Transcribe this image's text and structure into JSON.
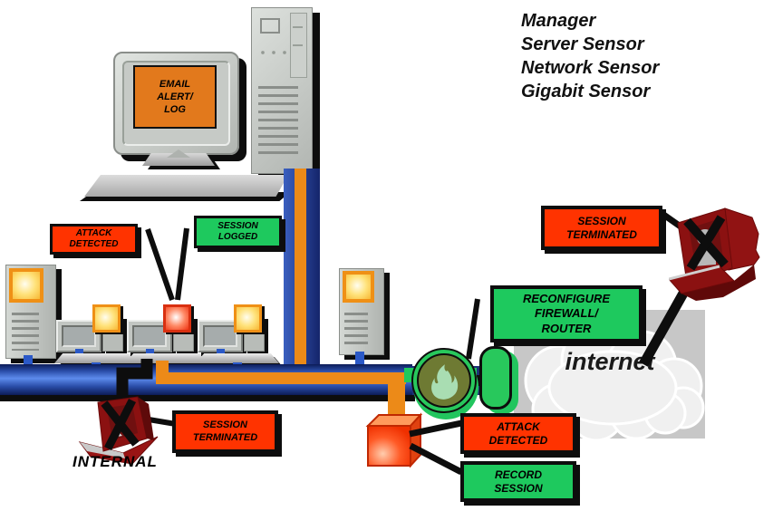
{
  "legend": {
    "lines": [
      "Manager",
      "Server Sensor",
      "Network Sensor",
      "Gigabit Sensor"
    ]
  },
  "manager_station": {
    "screen_text": "EMAIL\nALERT/\nLOG"
  },
  "alerts": {
    "attack_detected_lan": "ATTACK\nDETECTED",
    "session_logged": "SESSION\nLOGGED",
    "session_terminated_internal": "SESSION\nTERMINATED",
    "session_terminated_external": "SESSION\nTERMINATED",
    "reconfigure_firewall": "RECONFIGURE\nFIREWALL/\nROUTER",
    "attack_detected_perimeter": "ATTACK\nDETECTED",
    "record_session": "RECORD\nSESSION"
  },
  "captions": {
    "internal_attacker": "INTERNAL",
    "internet_cloud": "internet"
  },
  "icons": {
    "firewall": "flame-icon",
    "router": "green-capsule-icon",
    "network_sensor": "orange-cube-icon",
    "attacker": "crossed-out-terminal-icon",
    "sensor_ok": "yellow-led-icon",
    "sensor_alarm": "red-led-icon"
  },
  "colors": {
    "alert_red": "#ff3300",
    "action_green": "#1ec95e",
    "lan_bus_blue": "#2d55b4",
    "alert_cable_orange": "#ec8a18",
    "attacker_dark_red": "#8b1111",
    "indicator_yellow": "#ffd24a",
    "indicator_alarm_red": "#ee3312",
    "cloud_gray": "#c7c7c7",
    "screen_orange": "#e2791c"
  }
}
